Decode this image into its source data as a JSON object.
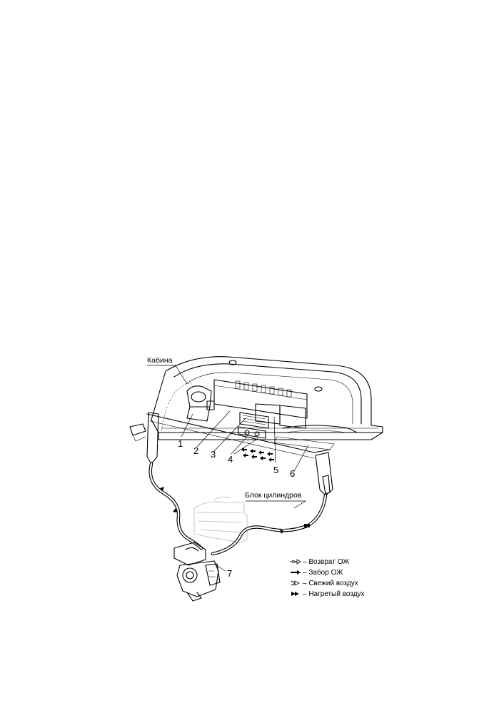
{
  "labels": {
    "cab": "Кабина",
    "cylinder_block": "Блок цилиндров"
  },
  "callouts": [
    "1",
    "2",
    "3",
    "4",
    "5",
    "6",
    "7"
  ],
  "legend": [
    {
      "symbol": "coolant-return-arrow-icon",
      "text": "– Возврат ОЖ"
    },
    {
      "symbol": "coolant-intake-arrow-icon",
      "text": "– Забор ОЖ"
    },
    {
      "symbol": "fresh-air-arrow-icon",
      "text": "– Свежий воздух"
    },
    {
      "symbol": "heated-air-arrow-icon",
      "text": "– Нагретый воздух"
    }
  ]
}
